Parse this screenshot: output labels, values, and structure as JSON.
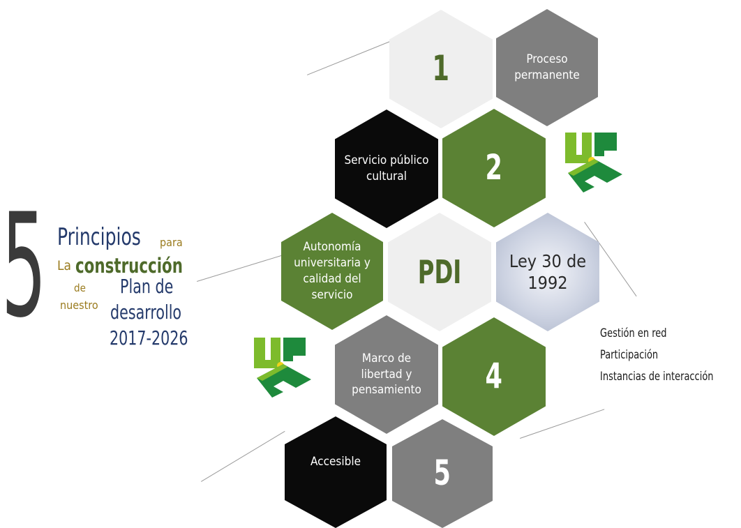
{
  "colors": {
    "green": "#5b8234",
    "gray": "#7f7f7f",
    "light": "#efefef",
    "black": "#0a0a0a",
    "navy": "#243a6b",
    "olive": "#9a7b1e",
    "darkgreen": "#3d5a1e"
  },
  "title_block": {
    "big_number": "5",
    "principios": "Principios",
    "para": "para",
    "la": "La",
    "construccion": "construcción",
    "de": "de",
    "nuestro": "nuestro",
    "plan_de": "Plan de",
    "desarrollo": "desarrollo",
    "years": "2017-2026"
  },
  "hexes": {
    "h1": "1",
    "proceso": "Proceso permanente",
    "servicio": "Servicio público cultural",
    "h2": "2",
    "autonomia": "Autonomía universitaria y calidad del servicio",
    "pdi": "PDI",
    "ley": "Ley 30 de 1992",
    "marco": "Marco de libertad y pensamiento",
    "h4": "4",
    "accesible": "Accesible",
    "h5": "5"
  },
  "side_list": [
    "Gestión en red",
    "Participación",
    "Instancias de interacción"
  ],
  "logos": [
    "upc-logo",
    "upc-logo"
  ]
}
